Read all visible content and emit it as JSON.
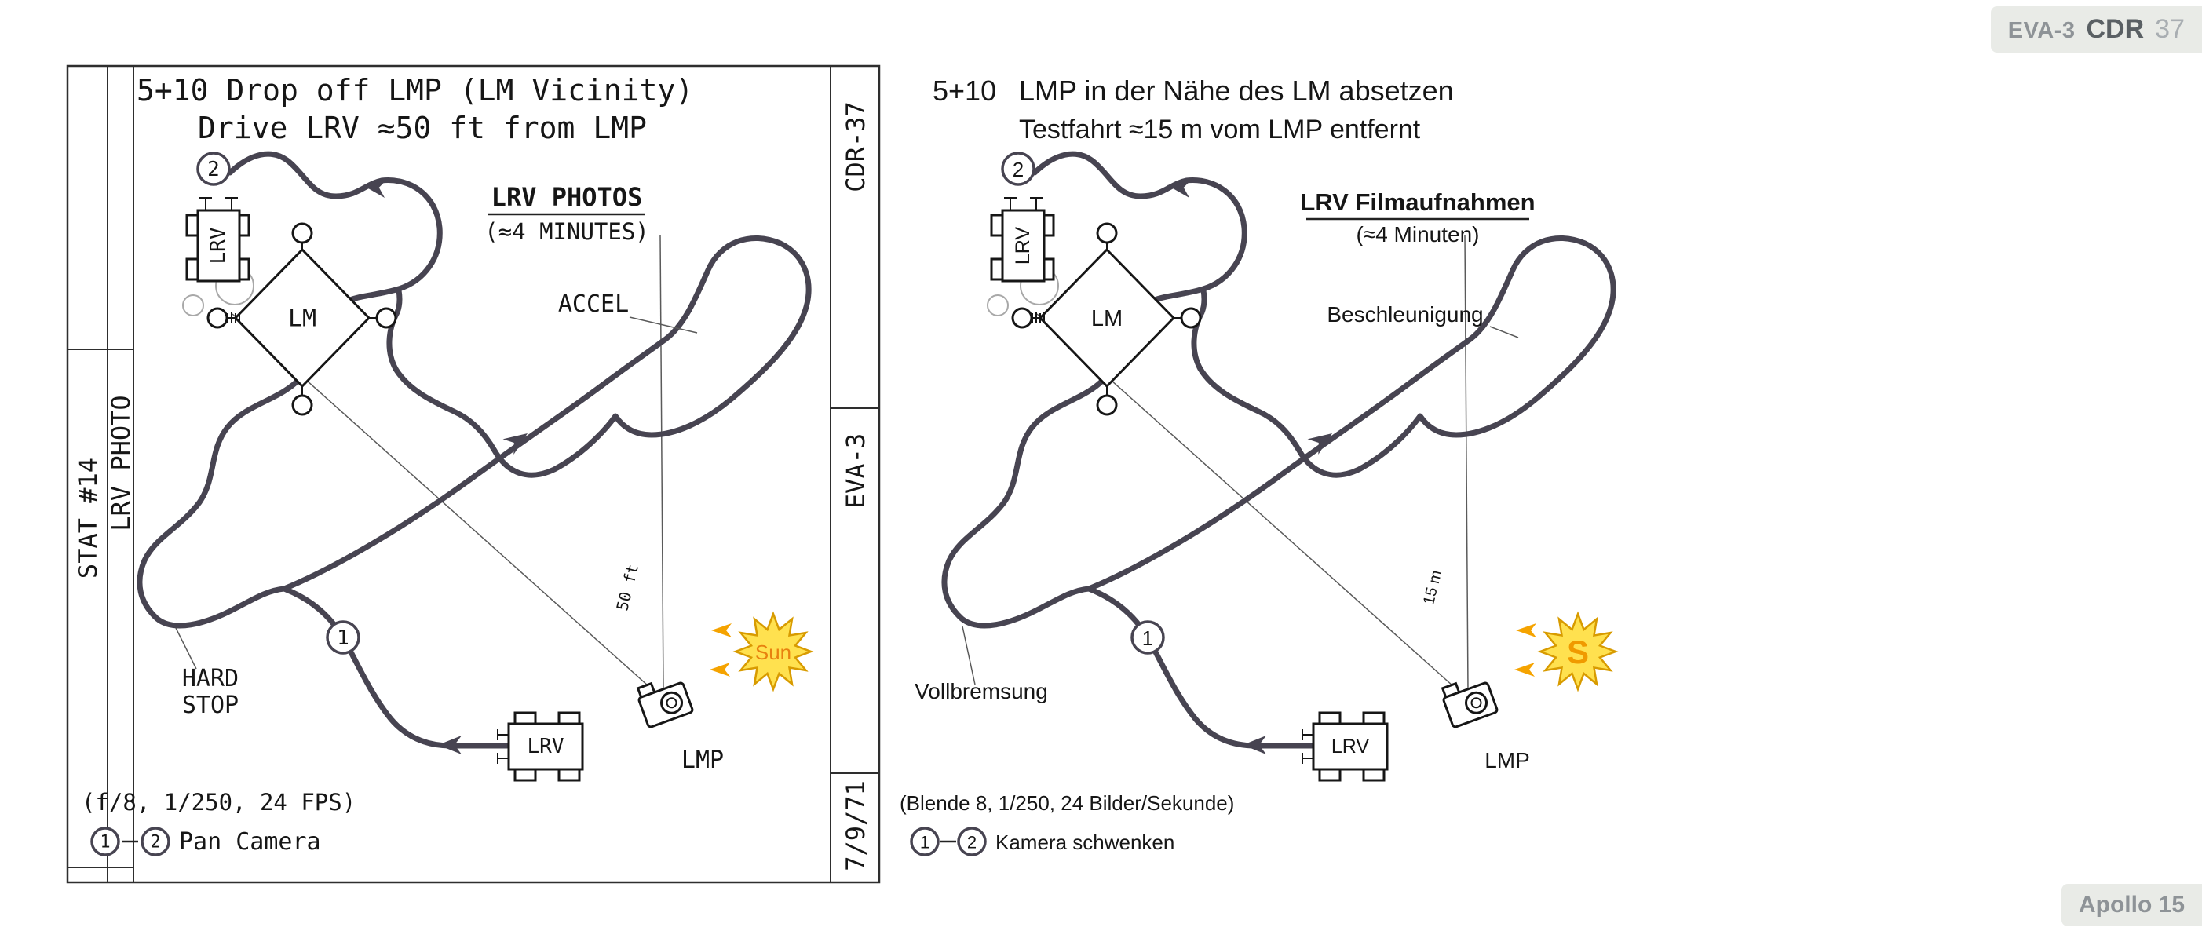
{
  "badges": {
    "header": {
      "eva": "EVA-3",
      "role": "CDR",
      "page": "37"
    },
    "footer": {
      "label": "Apollo 15"
    }
  },
  "colors": {
    "path": "#474451",
    "ink": "#161616",
    "thin_line": "#5a5a5a",
    "sun_fill": "#ffe14f",
    "sun_stroke": "#d89b00",
    "sun_text": "#e8810f",
    "arrow_orange": "#f5a300",
    "chip_bg": "#e9ebe7",
    "chip_text": "#8e9397"
  },
  "english": {
    "title_line1": "5+10 Drop off LMP (LM Vicinity)",
    "title_line2": "Drive LRV ≈50 ft from LMP",
    "photos_caption": "LRV PHOTOS",
    "photos_duration": "(≈4 MINUTES)",
    "accel": "ACCEL",
    "hard_stop_line1": "HARD",
    "hard_stop_line2": "STOP",
    "distance": "50 ft",
    "sun": "Sun",
    "lmp": "LMP",
    "lm": "LM",
    "lrv": "LRV",
    "lrv_parked": "LRV",
    "camera_settings": "(f/8, 1/250, 24 FPS)",
    "pan_note": "Pan Camera",
    "waypoint_1": "1",
    "waypoint_2": "2",
    "sidebar": {
      "station": "STAT #14",
      "photo": "LRV PHOTO",
      "page": "CDR-37",
      "eva": "EVA-3",
      "date": "7/9/71"
    }
  },
  "german": {
    "title_prefix": "5+10",
    "title_line1": "LMP in der Nähe des LM absetzen",
    "title_line2": "Testfahrt ≈15 m vom LMP entfernt",
    "photos_caption": "LRV Filmaufnahmen",
    "photos_duration": "(≈4 Minuten)",
    "accel": "Beschleunigung",
    "hard_stop": "Vollbremsung",
    "distance": "15 m",
    "sun": "S",
    "lmp": "LMP",
    "lm": "LM",
    "lrv": "LRV",
    "lrv_parked": "LRV",
    "camera_settings": "(Blende 8, 1/250, 24 Bilder/Sekunde)",
    "pan_note": "Kamera schwenken",
    "waypoint_1": "1",
    "waypoint_2": "2"
  }
}
